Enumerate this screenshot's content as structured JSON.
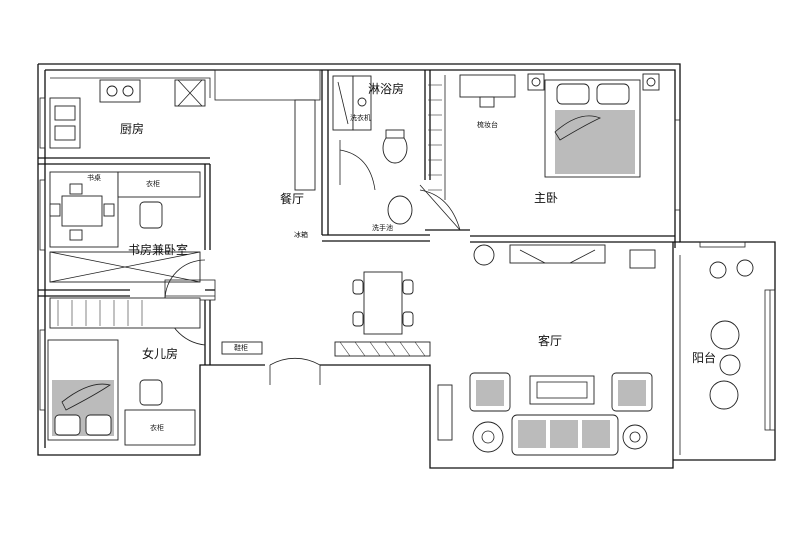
{
  "rooms": {
    "kitchen": "厨房",
    "shower": "淋浴房",
    "dining": "餐厅",
    "master": "主卧",
    "study": "书房兼卧室",
    "daughter": "女儿房",
    "living": "客厅",
    "balcony": "阳台"
  },
  "fixtures": {
    "washer": "洗衣机",
    "fridge": "冰箱",
    "basin": "洗手池",
    "vanity": "梳妆台",
    "desk": "书桌",
    "wardrobe1": "衣柜",
    "wardrobe2": "衣柜",
    "cabinet": "鞋柜"
  },
  "colors": {
    "line": "#111111",
    "background": "#ffffff"
  }
}
